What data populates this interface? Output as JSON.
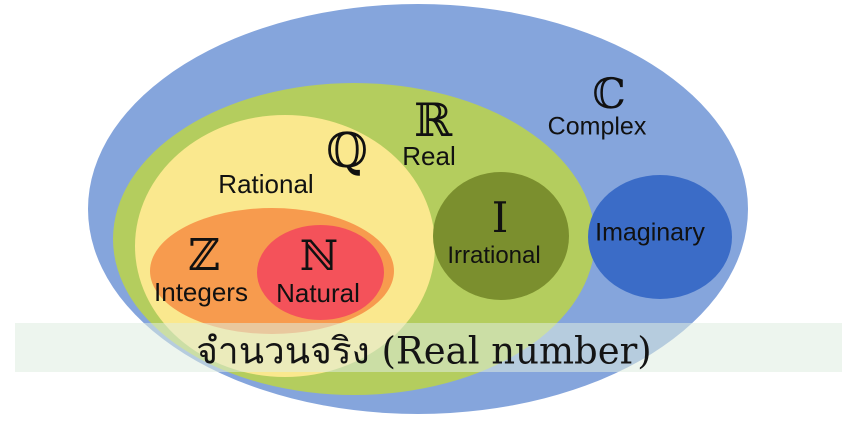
{
  "diagram": {
    "type": "venn-euler-number-sets",
    "banner": {
      "text": "จำนวนจริง (Real number)"
    },
    "colors": {
      "complex": "#85a5dc",
      "real": "#b4cd5e",
      "rational": "#fae88e",
      "integers": "#f79b4e",
      "natural": "#f4525a",
      "irrational": "#7b8f2e",
      "imaginary": "#3b6cc7",
      "banner_tint": "#deece0",
      "text": "#111111"
    },
    "sets": [
      {
        "id": "complex",
        "symbol": "ℂ",
        "label": "Complex",
        "color": "#85a5dc",
        "contains": [
          "real",
          "imaginary"
        ]
      },
      {
        "id": "real",
        "symbol": "ℝ",
        "label": "Real",
        "color": "#b4cd5e",
        "contains": [
          "rational",
          "irrational"
        ]
      },
      {
        "id": "rational",
        "symbol": "ℚ",
        "label": "Rational",
        "color": "#fae88e",
        "contains": [
          "integers"
        ]
      },
      {
        "id": "integers",
        "symbol": "ℤ",
        "label": "Integers",
        "color": "#f79b4e",
        "contains": [
          "natural"
        ]
      },
      {
        "id": "natural",
        "symbol": "ℕ",
        "label": "Natural",
        "color": "#f4525a",
        "contains": []
      },
      {
        "id": "irrational",
        "symbol": "I",
        "label": "Irrational",
        "color": "#7b8f2e",
        "contains": []
      },
      {
        "id": "imaginary",
        "symbol": "",
        "label": "Imaginary",
        "color": "#3b6cc7",
        "contains": []
      }
    ]
  }
}
